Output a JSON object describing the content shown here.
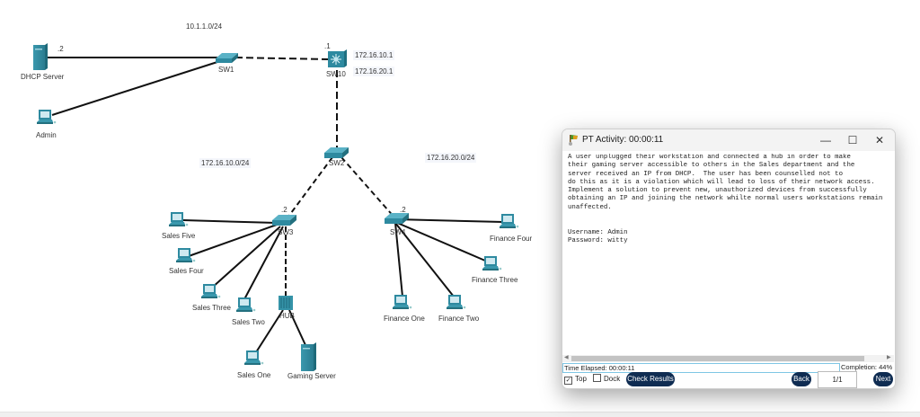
{
  "topology": {
    "network_labels": {
      "net_10": "10.1.1.0/24",
      "net_172_10": "172.16.10.0/24",
      "net_172_20": "172.16.20.0/24",
      "sw10_ip1": "172.16.10.1",
      "sw10_ip2": "172.16.20.1"
    },
    "port_labels": {
      "dhcp_port": ".2",
      "sw10_port": ".1",
      "sw3_port": ".2",
      "sw4_port": ".2"
    },
    "devices": {
      "dhcp_server": "DHCP Server",
      "admin": "Admin",
      "sw1": "SW1",
      "sw10": "SW10",
      "sw2": "SW2",
      "sw3": "SW3",
      "sw4": "SW4",
      "hub": "HUB",
      "sales_five": "Sales Five",
      "sales_four": "Sales Four",
      "sales_three": "Sales Three",
      "sales_two": "Sales Two",
      "sales_one": "Sales One",
      "gaming_server": "Gaming Server",
      "finance_one": "Finance One",
      "finance_two": "Finance Two",
      "finance_three": "Finance Three",
      "finance_four": "Finance Four"
    },
    "colors": {
      "device": "#2e8aa0",
      "link": "#111111"
    }
  },
  "activity_window": {
    "title": "PT Activity: 00:00:11",
    "minimize": "—",
    "maximize": "☐",
    "close": "✕",
    "instructions": "A user unplugged their workstation and connected a hub in order to make\ntheir gaming server accessible to others in the Sales department and the\nserver received an IP from DHCP.  The user has been counselled not to\ndo this as it is a violation which will lead to loss of their network access.\nImplement a solution to prevent new, unauthorized devices from successfully\nobtaining an IP and joining the network whilte normal users workstations remain\nunaffected.\n\n\nUsername: Admin\nPassword: witty",
    "time_elapsed": "Time Elapsed: 00:00:11",
    "completion": "Completion: 44%",
    "completion_percent": 44,
    "top_label": "Top",
    "top_checked": true,
    "dock_label": "Dock",
    "dock_checked": false,
    "check_results": "Check Results",
    "back": "Back",
    "page": "1/1",
    "next": "Next"
  }
}
